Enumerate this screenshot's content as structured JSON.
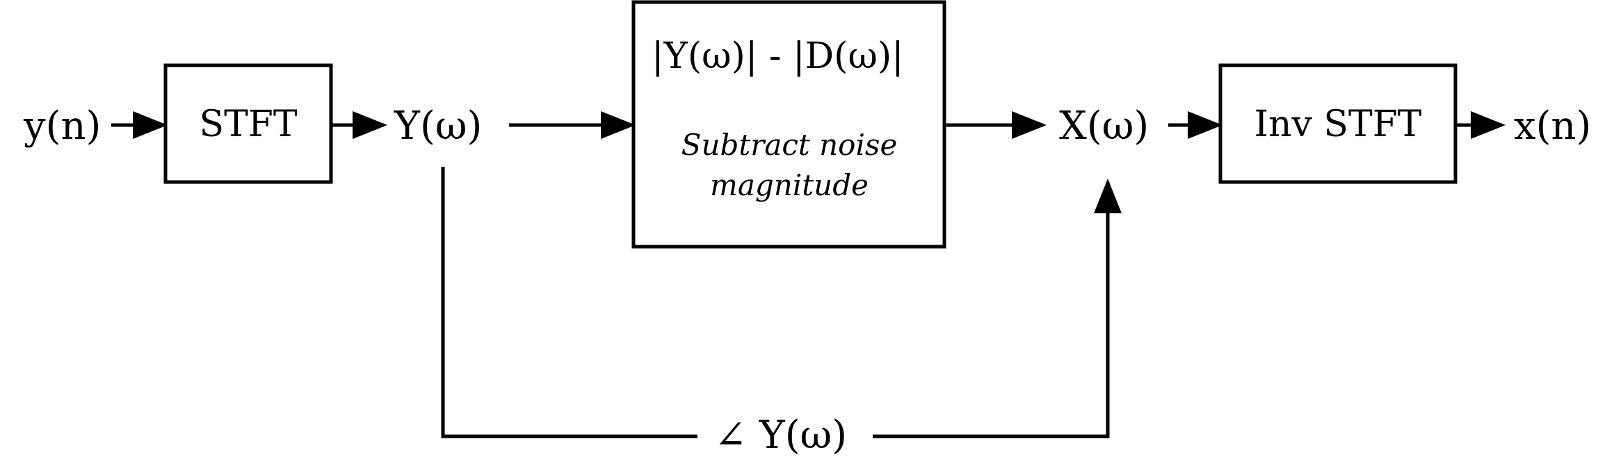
{
  "signals": {
    "input": "y(n)",
    "spectrum": "Y(ω)",
    "clean_spectrum": "X(ω)",
    "output": "x(n)",
    "phase": "∠ Y(ω)"
  },
  "blocks": {
    "stft": {
      "label": "STFT"
    },
    "subtract": {
      "formula": "|Y(ω)| - |D(ω)|",
      "caption_line1": "Subtract noise",
      "caption_line2": "magnitude"
    },
    "inverse": {
      "label": "Inv STFT"
    }
  }
}
